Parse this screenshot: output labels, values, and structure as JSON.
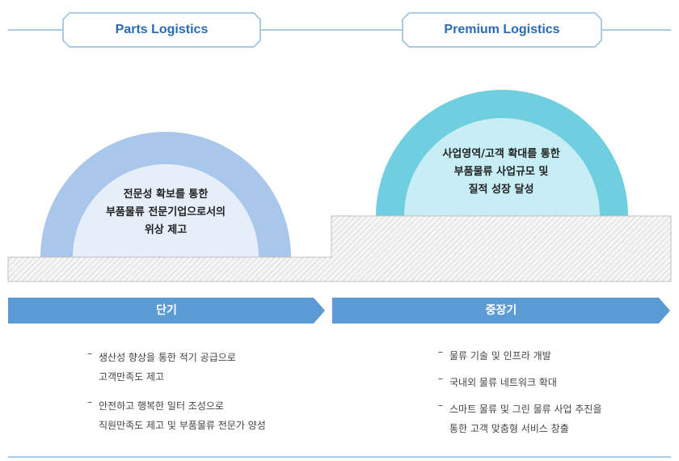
{
  "headers": {
    "left": "Parts Logistics",
    "right": "Premium Logistics"
  },
  "domes": {
    "left": [
      "전문성 확보를 통한",
      "부품물류 전문기업으로서의",
      "위상 제고"
    ],
    "right": [
      "사업영역/고객 확대를 통한",
      "부품물류 사업규모 및",
      "질적 성장 달성"
    ]
  },
  "phases": {
    "short": "단기",
    "mid": "중장기"
  },
  "lists": {
    "short": [
      [
        "생산성 향상을 통한 적기 공급으로",
        "고객만족도 제고"
      ],
      [
        "안전하고 행복한 일터 조성으로",
        "직원만족도 제고 및 부품물류 전문가 양성"
      ]
    ],
    "mid": [
      [
        "물류 기술 및 인프라 개발"
      ],
      [
        "국내외 물류 네트워크 확대"
      ],
      [
        "스마트 물류 및 그린 물류 사업 추진을",
        "통한 고객 맞춤형 서비스 창출"
      ]
    ]
  },
  "colors": {
    "line": "#a9cbe6",
    "header_border": "#a9cbe6",
    "header_text": "#2a6ab3",
    "dome_left_outer": "#a9c7ea",
    "dome_left_inner": "#e6eefa",
    "dome_right_outer": "#6fcfe0",
    "dome_right_inner": "#c6eef4",
    "bar": "#5b9bd5",
    "hatch": "#c8c8c8"
  },
  "icons": {
    "bullet": "dash-icon"
  }
}
